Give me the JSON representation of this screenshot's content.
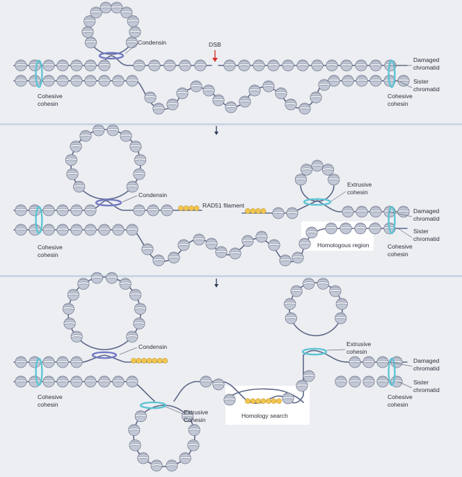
{
  "colors": {
    "background": "#eceef2",
    "panel_divider": "#c9d6e4",
    "dna_strand": "#5b6585",
    "nucleosome_fill": "#c3c8d6",
    "nucleosome_light": "#e4e7ee",
    "nucleosome_stroke": "#6d7488",
    "condensin_ring": "#7279c2",
    "cohesin_ring": "#5cc4d4",
    "rad51": "#f0c650",
    "dsb_arrow": "#d4322c",
    "step_arrow": "#2c3a5a",
    "highlight_box": "#ffffff"
  },
  "icons": {
    "nucleosome": "nucleosome-icon",
    "condensin": "condensin-ring-icon",
    "cohesin": "cohesin-ring-icon",
    "rad51": "rad51-bead-icon",
    "dsb": "red-arrow-icon",
    "step": "down-arrow-icon"
  },
  "panel1": {
    "condensin": "Condensin",
    "dsb": "DSB",
    "damaged": [
      "Damaged",
      "chromatid"
    ],
    "sister": [
      "Sister",
      "chromatid"
    ],
    "cohesin_left": [
      "Cohesive",
      "cohesin"
    ],
    "cohesin_right": [
      "Cohesive",
      "cohesin"
    ]
  },
  "panel2": {
    "condensin": "Condensin",
    "rad51": "RAD51 filament",
    "extrusive": [
      "Extrusive",
      "cohesin"
    ],
    "damaged": [
      "Damaged",
      "chromatid"
    ],
    "sister": [
      "Sister",
      "chromatid"
    ],
    "homologous": "Homologous region",
    "cohesin_left": [
      "Cohesive",
      "cohesin"
    ],
    "cohesin_right": [
      "Cohesive",
      "cohesin"
    ]
  },
  "panel3": {
    "condensin": "Condensin",
    "extrusive_top": [
      "Extrusive",
      "cohesin"
    ],
    "damaged": [
      "Damaged",
      "chromatid"
    ],
    "sister": [
      "Sister",
      "chromatid"
    ],
    "cohesin_left": [
      "Cohesive",
      "cohesin"
    ],
    "extrusive_bottom": [
      "Extrusive",
      "Cohesin"
    ],
    "homology_search": "Homology search",
    "cohesin_right": [
      "Cohesive",
      "cohesin"
    ]
  }
}
